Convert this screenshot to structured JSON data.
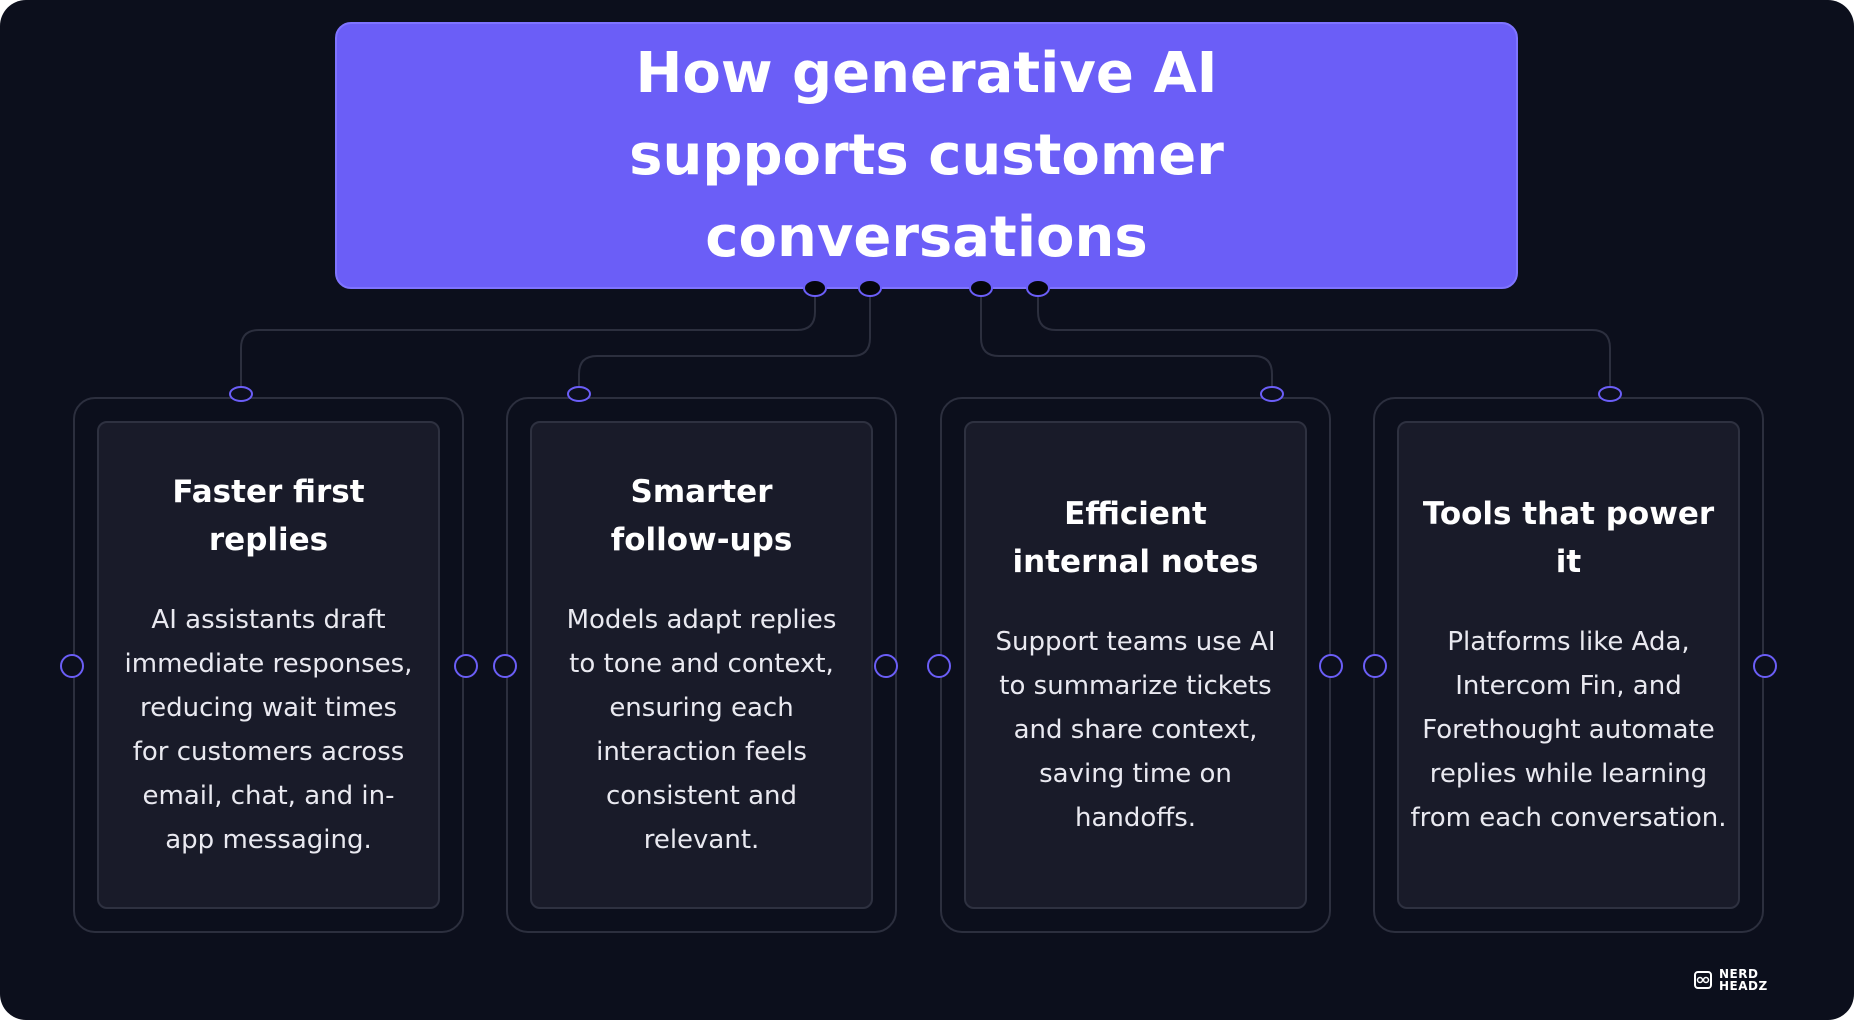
{
  "title": "How generative AI supports customer conversations",
  "cards": [
    {
      "heading": "Faster first replies",
      "body": "AI assistants draft immediate responses, reducing wait times for customers across email, chat, and in-app messaging."
    },
    {
      "heading": "Smarter follow-ups",
      "body": "Models adapt replies to tone and context, ensuring each interaction feels consistent and relevant."
    },
    {
      "heading": "Efficient internal notes",
      "body": "Support teams use AI to summarize tickets and share context, saving time on handoffs."
    },
    {
      "heading": "Tools that power it",
      "body": "Platforms like Ada, Intercom Fin, and Forethought automate replies while learning from each conversation."
    }
  ],
  "logo": {
    "line1": "NERD",
    "line2": "HEADZ"
  },
  "colors": {
    "background": "#0c0f1c",
    "accent": "#6b5ef7",
    "card": "#191b29",
    "wire": "#2c2f3e"
  }
}
